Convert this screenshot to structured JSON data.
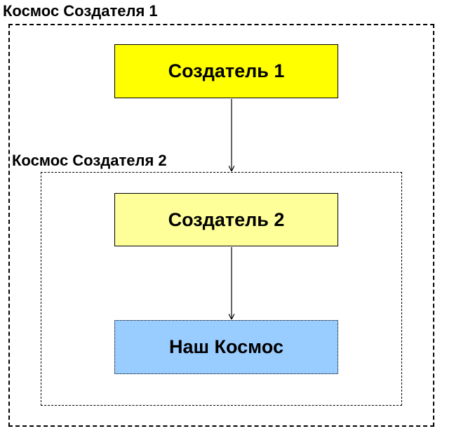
{
  "outer_container": {
    "label": "Космос Создателя 1"
  },
  "inner_container": {
    "label": "Космос Создателя 2"
  },
  "nodes": {
    "creator_1": {
      "label": "Создатель 1",
      "fill": "#ffff00"
    },
    "creator_2": {
      "label": "Создатель 2",
      "fill": "#ffff99"
    },
    "our_cosmos": {
      "label": "Наш Космос",
      "fill": "#99ccff"
    }
  },
  "edges": [
    {
      "from": "creator_1",
      "to": "inner_container"
    },
    {
      "from": "creator_2",
      "to": "our_cosmos"
    }
  ]
}
